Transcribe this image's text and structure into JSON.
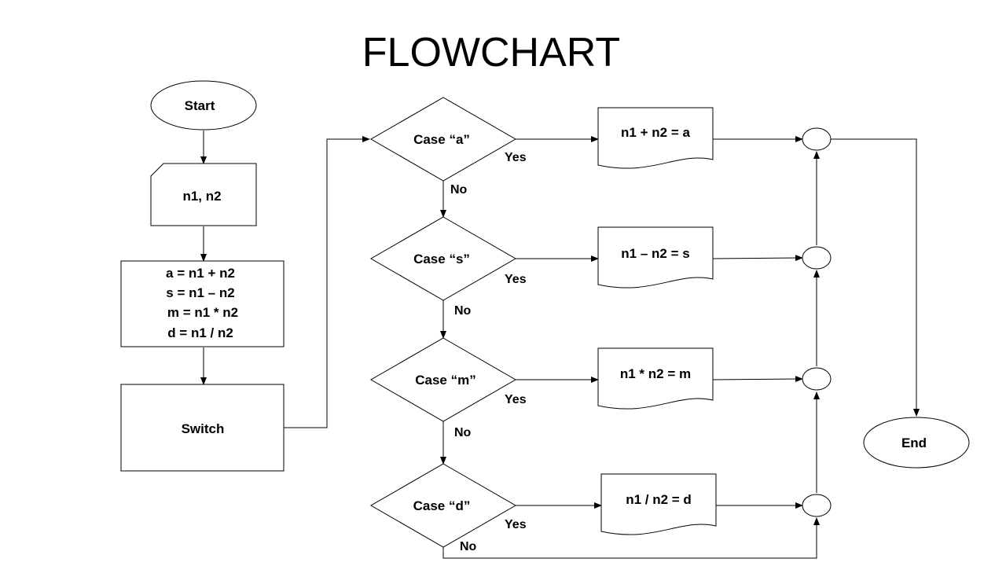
{
  "title": "FLOWCHART",
  "start": "Start",
  "input": "n1, n2",
  "process": [
    "a = n1 + n2",
    "s = n1 – n2",
    "m = n1 * n2",
    "d = n1 / n2"
  ],
  "switch": "Switch",
  "cases": [
    {
      "condition": "Case “a”",
      "yes": "Yes",
      "no": "No",
      "output": "n1 + n2 = a"
    },
    {
      "condition": "Case “s”",
      "yes": "Yes",
      "no": "No",
      "output": "n1 – n2 = s"
    },
    {
      "condition": "Case “m”",
      "yes": "Yes",
      "no": "No",
      "output": "n1 * n2 = m"
    },
    {
      "condition": "Case “d”",
      "yes": "Yes",
      "no": "No",
      "output": "n1 / n2 = d"
    }
  ],
  "end": "End"
}
